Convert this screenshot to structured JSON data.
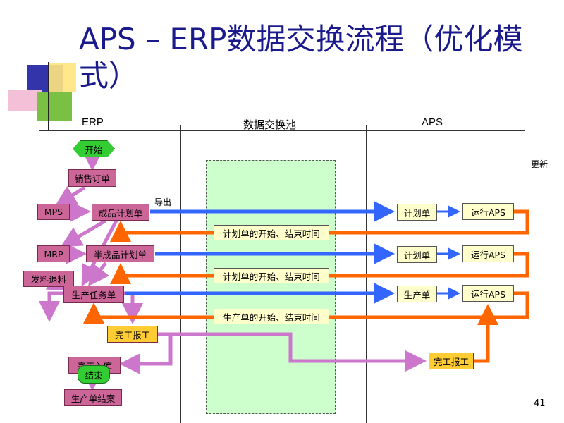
{
  "title": "APS – ERP数据交换流程（优化模式）",
  "columns": {
    "erp": "ERP",
    "pool": "数据交换池",
    "aps": "APS"
  },
  "erp_nodes": {
    "start": "开始",
    "sales_order": "销售订单",
    "mps": "MPS",
    "finished_plan": "成品计划单",
    "mrp": "MRP",
    "semi_plan": "半成品计划单",
    "issue_return": "发料退料",
    "production_task": "生产任务单",
    "completion_report": "完工报工",
    "completion_receipt": "完工入库",
    "end": "结束",
    "production_close": "生产单结案"
  },
  "aps_nodes": {
    "plan_1": "计划单",
    "run_1": "运行APS",
    "plan_2": "计划单",
    "run_2": "运行APS",
    "production_order": "生产单",
    "run_3": "运行APS",
    "completion_report": "完工报工"
  },
  "pool_nodes": {
    "plan_time_1": "计划单的开始、结束时间",
    "plan_time_2": "计划单的开始、结束时间",
    "production_time": "生产单的开始、结束时间"
  },
  "labels": {
    "export": "导出",
    "update": "更新"
  },
  "page_number": "41",
  "colors": {
    "export_arrow": "#3366ff",
    "update_arrow": "#ff6600",
    "erp_flow": "#cc77cc",
    "pool_fill": "#ccffcc",
    "erp_box": "#cc6699",
    "aps_box": "#ffffcc",
    "oval": "#33cc33"
  }
}
